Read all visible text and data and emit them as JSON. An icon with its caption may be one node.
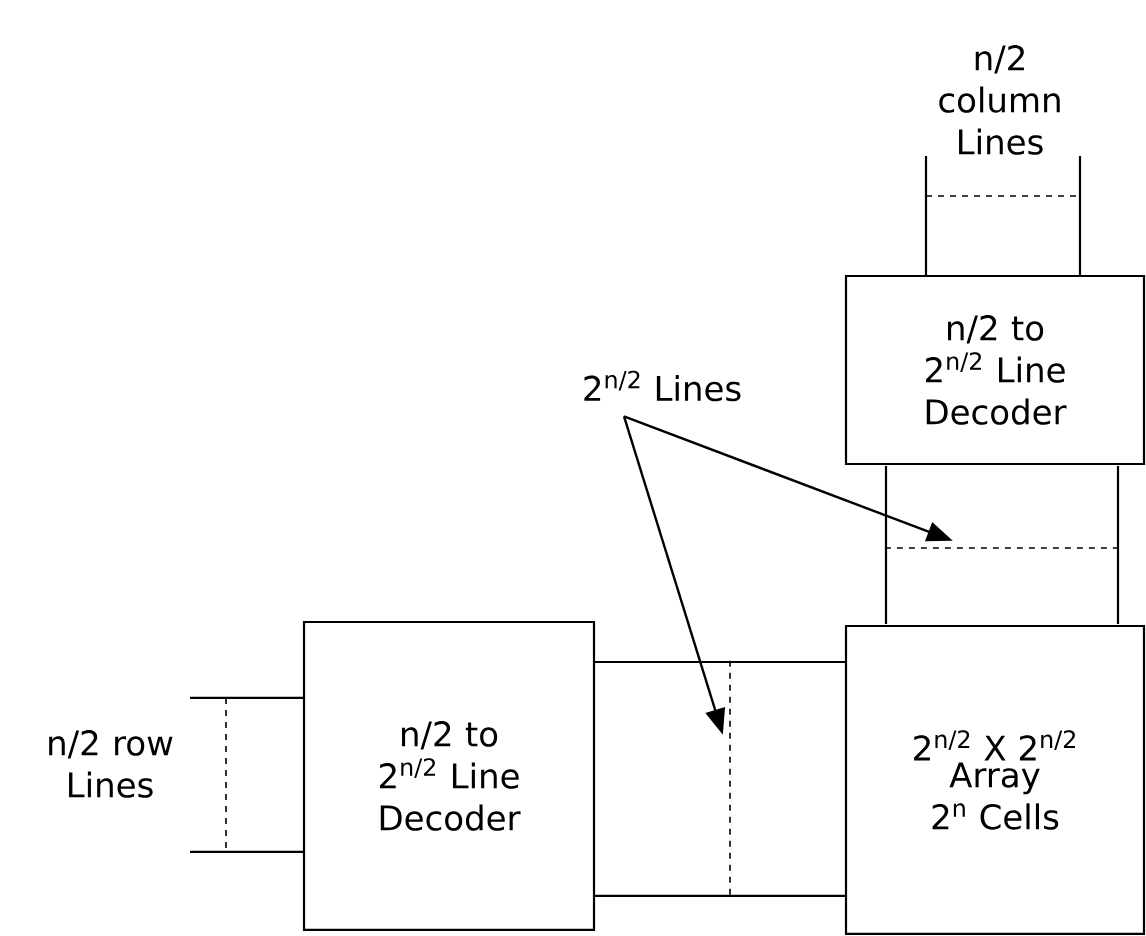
{
  "diagram": {
    "nodes": [
      {
        "text": [
          "n/2 to 2$^{n/2}$ Line Decoder"
        ]
      },
      {
        "text": [
          "2$^{n/2}$ X 2$^{n/2}$",
          "Array 2$^{n}$ Cells"
        ]
      },
      {
        "text": [
          "n/2 to 2$^{n/2}$ Line Decoder"
        ]
      },
      {
        "text": [
          "2$^{n/2}$ Lines"
        ]
      },
      {
        "text": [],
        "shape": "line"
      },
      {
        "text": [],
        "shape": "line"
      }
    ],
    "edges": [
      {
        "from": 3,
        "to": 4,
        "arrow": "to"
      },
      {
        "from": 3,
        "to": 5,
        "arrow": "to"
      }
    ],
    "labels": [
      "n/2 column Lines",
      "n/2 row Lines"
    ]
  }
}
